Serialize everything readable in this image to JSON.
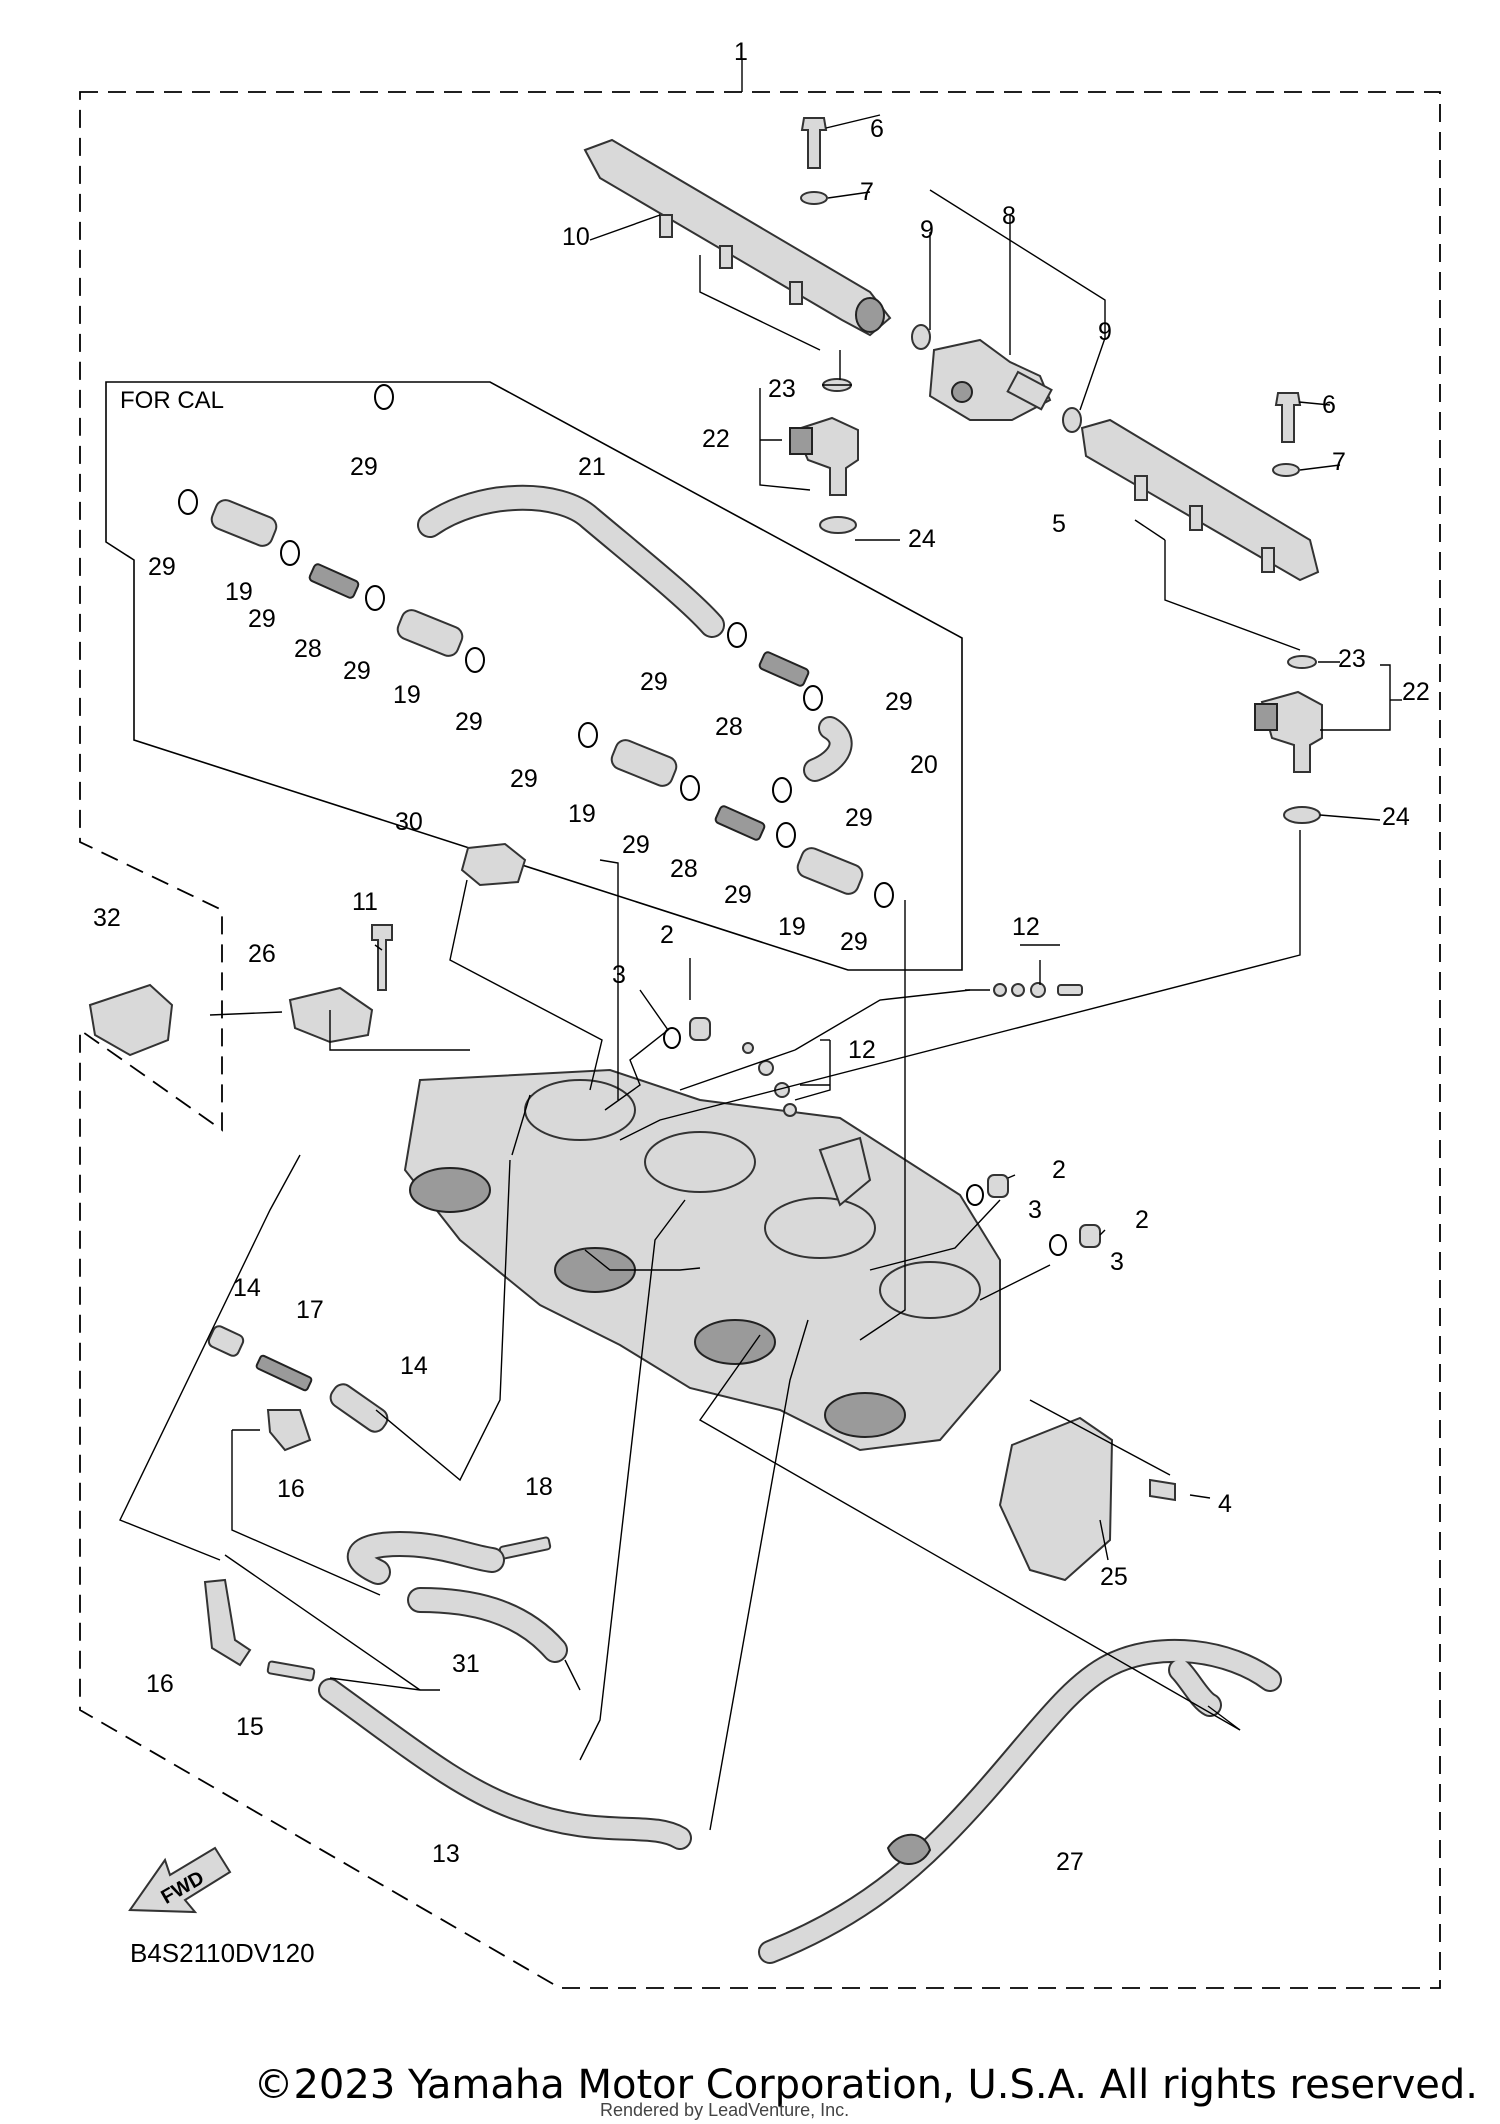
{
  "diagram": {
    "code": "B4S2110DV120",
    "box_label": "FOR CAL",
    "fwd_label": "FWD",
    "callouts": [
      "1",
      "2",
      "2",
      "2",
      "3",
      "3",
      "3",
      "4",
      "5",
      "6",
      "6",
      "7",
      "7",
      "8",
      "9",
      "9",
      "10",
      "11",
      "12",
      "12",
      "13",
      "14",
      "14",
      "15",
      "16",
      "16",
      "17",
      "18",
      "19",
      "19",
      "19",
      "19",
      "20",
      "21",
      "22",
      "22",
      "23",
      "23",
      "24",
      "24",
      "25",
      "26",
      "27",
      "28",
      "28",
      "28",
      "29",
      "29",
      "29",
      "29",
      "29",
      "29",
      "29",
      "29",
      "29",
      "29",
      "29",
      "29",
      "30",
      "31",
      "32"
    ]
  },
  "footer": {
    "copyright": "©2023 Yamaha Motor Corporation, U.S.A. All rights reserved.",
    "rendered": "Rendered by LeadVenture, Inc."
  }
}
